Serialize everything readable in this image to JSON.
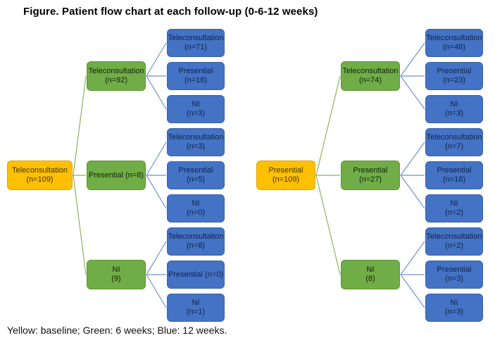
{
  "title": "Figure. Patient flow chart at each follow-up (0-6-12 weeks)",
  "legend": "Yellow: baseline; Green: 6 weeks; Blue: 12 weeks.",
  "colors": {
    "baseline_yellow": "#FFC000",
    "six_weeks_green": "#70AD47",
    "twelve_weeks_blue": "#4472C4",
    "green_connector": "#8CB45F",
    "blue_connector": "#6F92CF"
  },
  "trees": [
    {
      "root": {
        "label": "Teleconsultation",
        "sub": "(n=109)"
      },
      "branches": [
        {
          "node": {
            "label": "Teleconsultation",
            "sub": "(n=92)"
          },
          "leaves": [
            {
              "label": "Teleconsultation",
              "sub": "(n=71)"
            },
            {
              "label": "Presential",
              "sub": "(n=18)"
            },
            {
              "label": "NI",
              "sub": "(n=3)"
            }
          ]
        },
        {
          "node": {
            "label": "Presential (n=8)",
            "sub": ""
          },
          "leaves": [
            {
              "label": "Teleconsultation",
              "sub": "(n=3)"
            },
            {
              "label": "Presential",
              "sub": "(n=5)"
            },
            {
              "label": "NI",
              "sub": "(n=0)"
            }
          ]
        },
        {
          "node": {
            "label": "NI",
            "sub": "(9)"
          },
          "leaves": [
            {
              "label": "Teleconsultation",
              "sub": "(n=8)"
            },
            {
              "label": "Presential (n=0)",
              "sub": ""
            },
            {
              "label": "NI",
              "sub": "(n=1)"
            }
          ]
        }
      ]
    },
    {
      "root": {
        "label": "Presential",
        "sub": "(n=109)"
      },
      "branches": [
        {
          "node": {
            "label": "Teleconsultation",
            "sub": "(n=74)"
          },
          "leaves": [
            {
              "label": "Teleconsultation",
              "sub": "(n=48)"
            },
            {
              "label": "Presential",
              "sub": "(n=23)"
            },
            {
              "label": "NI",
              "sub": "(n=3)"
            }
          ]
        },
        {
          "node": {
            "label": "Presential",
            "sub": "(n=27)"
          },
          "leaves": [
            {
              "label": "Teleconsultation",
              "sub": "(n=7)"
            },
            {
              "label": "Presential",
              "sub": "(n=18)"
            },
            {
              "label": "NI",
              "sub": "(n=2)"
            }
          ]
        },
        {
          "node": {
            "label": "NI",
            "sub": "(8)"
          },
          "leaves": [
            {
              "label": "Teleconsultation",
              "sub": "(n=2)"
            },
            {
              "label": "Presential",
              "sub": "(n=3)"
            },
            {
              "label": "NI",
              "sub": "(n=3)"
            }
          ]
        }
      ]
    }
  ]
}
